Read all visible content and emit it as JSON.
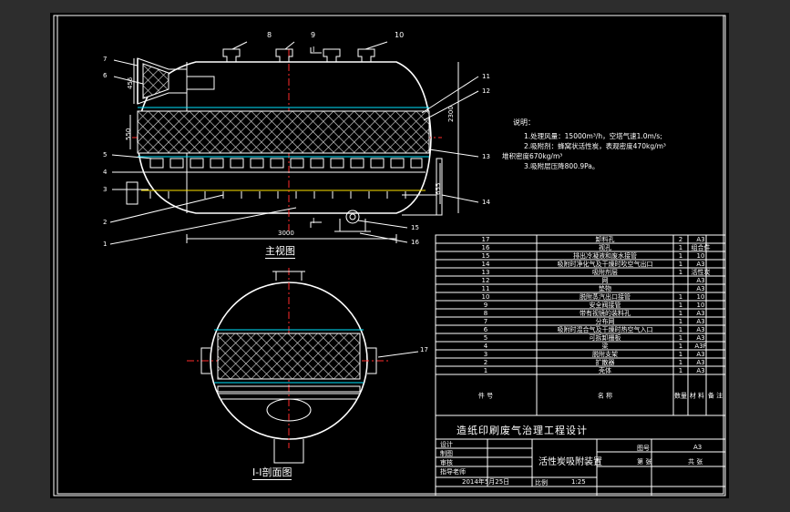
{
  "drawing": {
    "main_view_title": "主视图",
    "section_title": "I-I剖面图",
    "section_mark": "I",
    "dim_length": "3000",
    "dim_height": "2300",
    "dim_550": "550",
    "dim_456": "456",
    "dim_655": "655",
    "callouts_top": [
      "8",
      "9",
      "10"
    ],
    "callouts_left": [
      "7",
      "6",
      "5",
      "4",
      "3",
      "2",
      "1"
    ],
    "callouts_right": [
      "11",
      "12",
      "13",
      "14",
      "15",
      "16"
    ],
    "callout_section": "17"
  },
  "notes": {
    "heading": "说明：",
    "lines": [
      "1.处理风量：15000m³/h，空塔气速1.0m/s;",
      "2.吸附剂：蜂窝状活性炭，表观密度470kg/m³",
      "堆积密度670kg/m³",
      "3.吸附层压降800.9Pa。"
    ]
  },
  "bom": {
    "header": {
      "no": "件 号",
      "name": "名 称",
      "qty": "数量",
      "material": "材 料",
      "remark": "备 注"
    },
    "rows": [
      {
        "no": "17",
        "name": "卸料孔",
        "qty": "2",
        "material": "A3",
        "remark": ""
      },
      {
        "no": "16",
        "name": "视孔",
        "qty": "1",
        "material": "组合件",
        "remark": ""
      },
      {
        "no": "15",
        "name": "排出冷凝液和废水接管",
        "qty": "1",
        "material": "10",
        "remark": ""
      },
      {
        "no": "14",
        "name": "吸附时净化气及干燥时吹空气出口",
        "qty": "1",
        "material": "A3",
        "remark": ""
      },
      {
        "no": "13",
        "name": "吸附剂层",
        "qty": "1",
        "material": "活性炭",
        "remark": ""
      },
      {
        "no": "12",
        "name": "网",
        "qty": "",
        "material": "A3",
        "remark": ""
      },
      {
        "no": "11",
        "name": "垫物",
        "qty": "",
        "material": "A3",
        "remark": ""
      },
      {
        "no": "10",
        "name": "脱附蒸汽出口接管",
        "qty": "1",
        "material": "10",
        "remark": ""
      },
      {
        "no": "9",
        "name": "安全阀接管",
        "qty": "1",
        "material": "10",
        "remark": ""
      },
      {
        "no": "8",
        "name": "带有视镜的装料孔",
        "qty": "1",
        "material": "A3",
        "remark": ""
      },
      {
        "no": "7",
        "name": "分布网",
        "qty": "1",
        "material": "A3",
        "remark": ""
      },
      {
        "no": "6",
        "name": "吸附时混合气及干燥时热空气入口",
        "qty": "1",
        "material": "A3",
        "remark": ""
      },
      {
        "no": "5",
        "name": "可拆卸栅板",
        "qty": "1",
        "material": "A3",
        "remark": ""
      },
      {
        "no": "4",
        "name": "梁",
        "qty": "1",
        "material": "A3F",
        "remark": ""
      },
      {
        "no": "3",
        "name": "脱附支架",
        "qty": "1",
        "material": "A3",
        "remark": ""
      },
      {
        "no": "2",
        "name": "扩散器",
        "qty": "1",
        "material": "A3",
        "remark": ""
      },
      {
        "no": "1",
        "name": "壳体",
        "qty": "1",
        "material": "A3",
        "remark": ""
      }
    ]
  },
  "title_block": {
    "project": "造纸印刷废气治理工程设计",
    "drawing_name": "活性炭吸附装置",
    "roles": [
      "设计",
      "制图",
      "审核",
      "指导老师"
    ],
    "date": "2014年5月25日",
    "scale_label": "比例",
    "scale_value": "1:25",
    "drawing_no_label": "图号",
    "drawing_no": "A3",
    "sheet_label": "第 张",
    "total_label": "共 张"
  }
}
